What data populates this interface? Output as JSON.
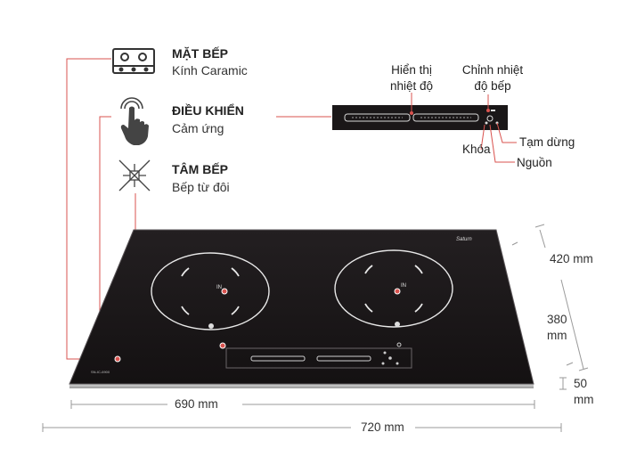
{
  "features": [
    {
      "title": "MẶT BẾP",
      "subtitle": "Kính Caramic",
      "icon": "gas-stove-icon"
    },
    {
      "title": "ĐIỀU KHIỂN",
      "subtitle": "Cảm ứng",
      "icon": "touch-hand-icon"
    },
    {
      "title": "TÂM BẾP",
      "subtitle": "Bếp từ đôi",
      "icon": "heat-center-icon"
    }
  ],
  "control_panel_labels": {
    "display": "Hiển thị\nnhiệt độ",
    "adjust": "Chỉnh nhiệt\nđộ bếp",
    "pause": "Tạm dừng",
    "lock": "Khóa",
    "power": "Nguồn"
  },
  "cooktop": {
    "brand": "Saturn",
    "left_zone_mark": "IN",
    "right_zone_mark": "IN",
    "model": "SN-IC-6900"
  },
  "dimensions": {
    "depth": "420 mm",
    "inner_depth": "380 mm",
    "height": "50 mm",
    "inner_width": "690 mm",
    "outer_width": "720 mm"
  },
  "colors": {
    "accent": "#d9534f",
    "glass": "#1b1719",
    "glass_edge": "#5a5558",
    "dim_line": "#999999"
  }
}
